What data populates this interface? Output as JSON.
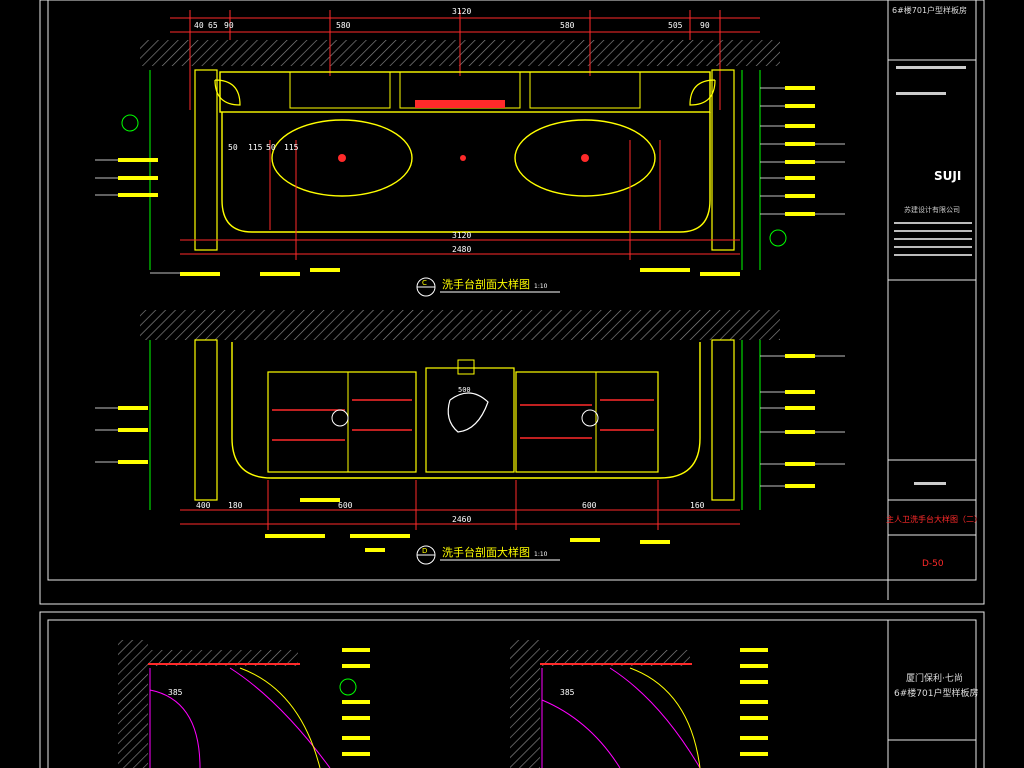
{
  "sheet": {
    "title_top": "6#楼701户型样板房",
    "logo": "SUJI",
    "company": "苏建设计有限公司",
    "drawing_name": "主人卫洗手台大样图（二）",
    "sheet_no": "D-50",
    "project_line1": "厦门保利·七尚",
    "project_line2": "6#楼701户型样板房"
  },
  "drawings": [
    {
      "id": "C",
      "title": "洗手台剖面大样图",
      "scale": "1:10"
    },
    {
      "id": "D",
      "title": "洗手台剖面大样图",
      "scale": "1:10"
    }
  ],
  "dims": {
    "top_total": "3120",
    "top_a": "580",
    "top_b": "580",
    "top_left": [
      "40",
      "65",
      "90"
    ],
    "top_right": [
      "505",
      "90"
    ],
    "bottom_c_total": "3120",
    "bottom_c_inner": "2480",
    "c_vertical": [
      "50",
      "115",
      "50",
      "115"
    ],
    "d_total": "2460",
    "d_a": "600",
    "d_b": "600",
    "d_small": [
      "400",
      "180",
      "160"
    ],
    "inner_label": "500",
    "detail_dim": "385"
  },
  "colors": {
    "background": "#000000",
    "frame": "#ffffff",
    "dim": "#ff2a2a",
    "line": "#ffff00",
    "accent": "#00ff00",
    "magenta": "#ff00ff",
    "hatch": "#9a9a9a"
  }
}
